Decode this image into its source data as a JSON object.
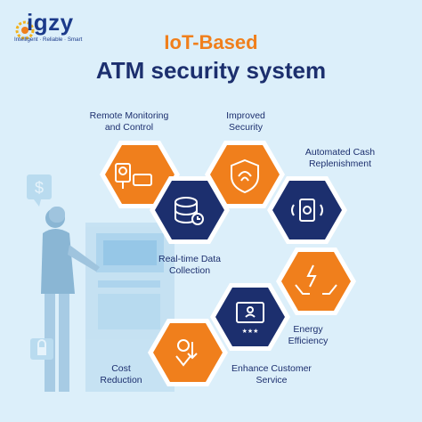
{
  "brand": {
    "logo_text": "igzy",
    "tagline": "Intelligent · Reliable · Smart"
  },
  "header": {
    "title_line1": "IoT-Based",
    "title_line2": "ATM security system"
  },
  "features": [
    {
      "label_line1": "Remote Monitoring",
      "label_line2": "and Control"
    },
    {
      "label_line1": "Improved",
      "label_line2": "Security"
    },
    {
      "label_line1": "Automated Cash",
      "label_line2": "Replenishment"
    },
    {
      "label_line1": "Real-time Data",
      "label_line2": "Collection"
    },
    {
      "label_line1": "Energy",
      "label_line2": "Efficiency"
    },
    {
      "label_line1": "Enhance Customer",
      "label_line2": "Service"
    },
    {
      "label_line1": "Cost",
      "label_line2": "Reduction"
    }
  ],
  "colors": {
    "background": "#dceffa",
    "orange": "#f07f1c",
    "navy": "#1c2f6e",
    "hex_border": "#ffffff"
  },
  "icons": [
    "cctv-icon",
    "database-clock-icon",
    "fingerprint-shield-icon",
    "cash-cycle-icon",
    "hands-energy-icon",
    "customer-service-icon",
    "cost-reduction-icon"
  ]
}
